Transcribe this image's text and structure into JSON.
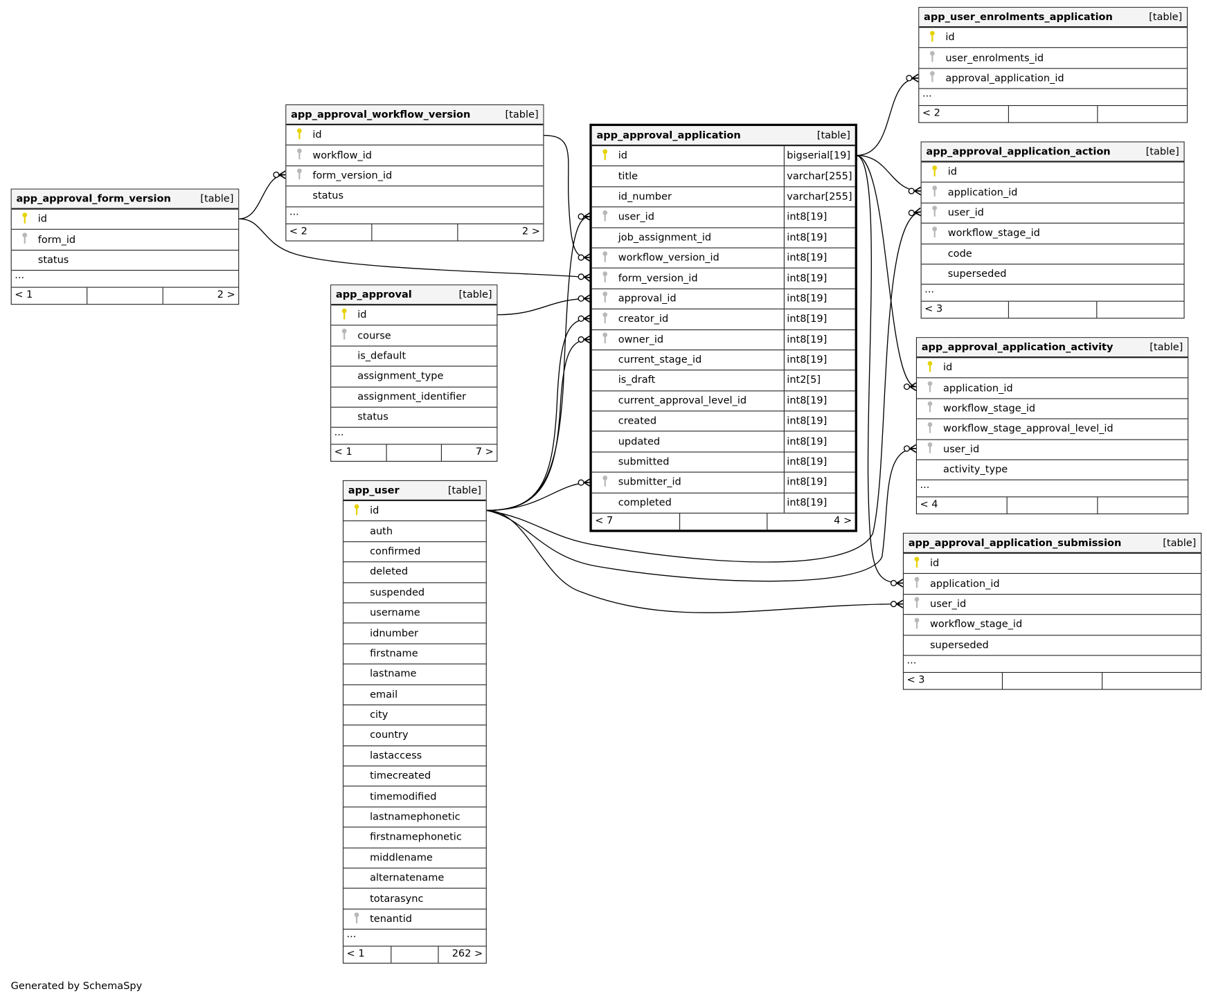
{
  "table_tag": "[table]",
  "credit": "Generated by SchemaSpy",
  "colors": {
    "primary_key": "#e6d200",
    "foreign_key": "#b8b8b8"
  },
  "tables": [
    {
      "id": "app_approval_form_version",
      "name": "app_approval_form_version",
      "columns": [
        {
          "name": "id",
          "key": "pk"
        },
        {
          "name": "form_id",
          "key": "fk"
        },
        {
          "name": "status",
          "key": ""
        }
      ],
      "ellipsis": "...",
      "parents": "< 1",
      "children": "2 >"
    },
    {
      "id": "app_approval_workflow_version",
      "name": "app_approval_workflow_version",
      "columns": [
        {
          "name": "id",
          "key": "pk"
        },
        {
          "name": "workflow_id",
          "key": "fk"
        },
        {
          "name": "form_version_id",
          "key": "fk"
        },
        {
          "name": "status",
          "key": ""
        }
      ],
      "ellipsis": "...",
      "parents": "< 2",
      "children": "2 >"
    },
    {
      "id": "app_approval",
      "name": "app_approval",
      "columns": [
        {
          "name": "id",
          "key": "pk"
        },
        {
          "name": "course",
          "key": "fk"
        },
        {
          "name": "is_default",
          "key": ""
        },
        {
          "name": "assignment_type",
          "key": ""
        },
        {
          "name": "assignment_identifier",
          "key": ""
        },
        {
          "name": "status",
          "key": ""
        }
      ],
      "ellipsis": "...",
      "parents": "< 1",
      "children": "7 >"
    },
    {
      "id": "app_user",
      "name": "app_user",
      "columns": [
        {
          "name": "id",
          "key": "pk"
        },
        {
          "name": "auth",
          "key": ""
        },
        {
          "name": "confirmed",
          "key": ""
        },
        {
          "name": "deleted",
          "key": ""
        },
        {
          "name": "suspended",
          "key": ""
        },
        {
          "name": "username",
          "key": ""
        },
        {
          "name": "idnumber",
          "key": ""
        },
        {
          "name": "firstname",
          "key": ""
        },
        {
          "name": "lastname",
          "key": ""
        },
        {
          "name": "email",
          "key": ""
        },
        {
          "name": "city",
          "key": ""
        },
        {
          "name": "country",
          "key": ""
        },
        {
          "name": "lastaccess",
          "key": ""
        },
        {
          "name": "timecreated",
          "key": ""
        },
        {
          "name": "timemodified",
          "key": ""
        },
        {
          "name": "lastnamephonetic",
          "key": ""
        },
        {
          "name": "firstnamephonetic",
          "key": ""
        },
        {
          "name": "middlename",
          "key": ""
        },
        {
          "name": "alternatename",
          "key": ""
        },
        {
          "name": "totarasync",
          "key": ""
        },
        {
          "name": "tenantid",
          "key": "fk"
        }
      ],
      "ellipsis": "...",
      "parents": "< 1",
      "children": "262 >"
    },
    {
      "id": "app_approval_application",
      "name": "app_approval_application",
      "focus": true,
      "columns": [
        {
          "name": "id",
          "key": "pk",
          "type": "bigserial[19]"
        },
        {
          "name": "title",
          "key": "",
          "type": "varchar[255]"
        },
        {
          "name": "id_number",
          "key": "",
          "type": "varchar[255]"
        },
        {
          "name": "user_id",
          "key": "fk",
          "type": "int8[19]"
        },
        {
          "name": "job_assignment_id",
          "key": "",
          "type": "int8[19]"
        },
        {
          "name": "workflow_version_id",
          "key": "fk",
          "type": "int8[19]"
        },
        {
          "name": "form_version_id",
          "key": "fk",
          "type": "int8[19]"
        },
        {
          "name": "approval_id",
          "key": "fk",
          "type": "int8[19]"
        },
        {
          "name": "creator_id",
          "key": "fk",
          "type": "int8[19]"
        },
        {
          "name": "owner_id",
          "key": "fk",
          "type": "int8[19]"
        },
        {
          "name": "current_stage_id",
          "key": "",
          "type": "int8[19]"
        },
        {
          "name": "is_draft",
          "key": "",
          "type": "int2[5]"
        },
        {
          "name": "current_approval_level_id",
          "key": "",
          "type": "int8[19]"
        },
        {
          "name": "created",
          "key": "",
          "type": "int8[19]"
        },
        {
          "name": "updated",
          "key": "",
          "type": "int8[19]"
        },
        {
          "name": "submitted",
          "key": "",
          "type": "int8[19]"
        },
        {
          "name": "submitter_id",
          "key": "fk",
          "type": "int8[19]"
        },
        {
          "name": "completed",
          "key": "",
          "type": "int8[19]"
        }
      ],
      "parents": "< 7",
      "children": "4 >"
    },
    {
      "id": "app_user_enrolments_application",
      "name": "app_user_enrolments_application",
      "columns": [
        {
          "name": "id",
          "key": "pk"
        },
        {
          "name": "user_enrolments_id",
          "key": "fk"
        },
        {
          "name": "approval_application_id",
          "key": "fk"
        }
      ],
      "ellipsis": "...",
      "parents": "< 2",
      "children": ""
    },
    {
      "id": "app_approval_application_action",
      "name": "app_approval_application_action",
      "columns": [
        {
          "name": "id",
          "key": "pk"
        },
        {
          "name": "application_id",
          "key": "fk"
        },
        {
          "name": "user_id",
          "key": "fk"
        },
        {
          "name": "workflow_stage_id",
          "key": "fk"
        },
        {
          "name": "code",
          "key": ""
        },
        {
          "name": "superseded",
          "key": ""
        }
      ],
      "ellipsis": "...",
      "parents": "< 3",
      "children": ""
    },
    {
      "id": "app_approval_application_activity",
      "name": "app_approval_application_activity",
      "columns": [
        {
          "name": "id",
          "key": "pk"
        },
        {
          "name": "application_id",
          "key": "fk"
        },
        {
          "name": "workflow_stage_id",
          "key": "fk"
        },
        {
          "name": "workflow_stage_approval_level_id",
          "key": "fk"
        },
        {
          "name": "user_id",
          "key": "fk"
        },
        {
          "name": "activity_type",
          "key": ""
        }
      ],
      "ellipsis": "...",
      "parents": "< 4",
      "children": ""
    },
    {
      "id": "app_approval_application_submission",
      "name": "app_approval_application_submission",
      "columns": [
        {
          "name": "id",
          "key": "pk"
        },
        {
          "name": "application_id",
          "key": "fk"
        },
        {
          "name": "user_id",
          "key": "fk"
        },
        {
          "name": "workflow_stage_id",
          "key": "fk"
        },
        {
          "name": "superseded",
          "key": ""
        }
      ],
      "ellipsis": "...",
      "parents": "< 3",
      "children": ""
    }
  ]
}
